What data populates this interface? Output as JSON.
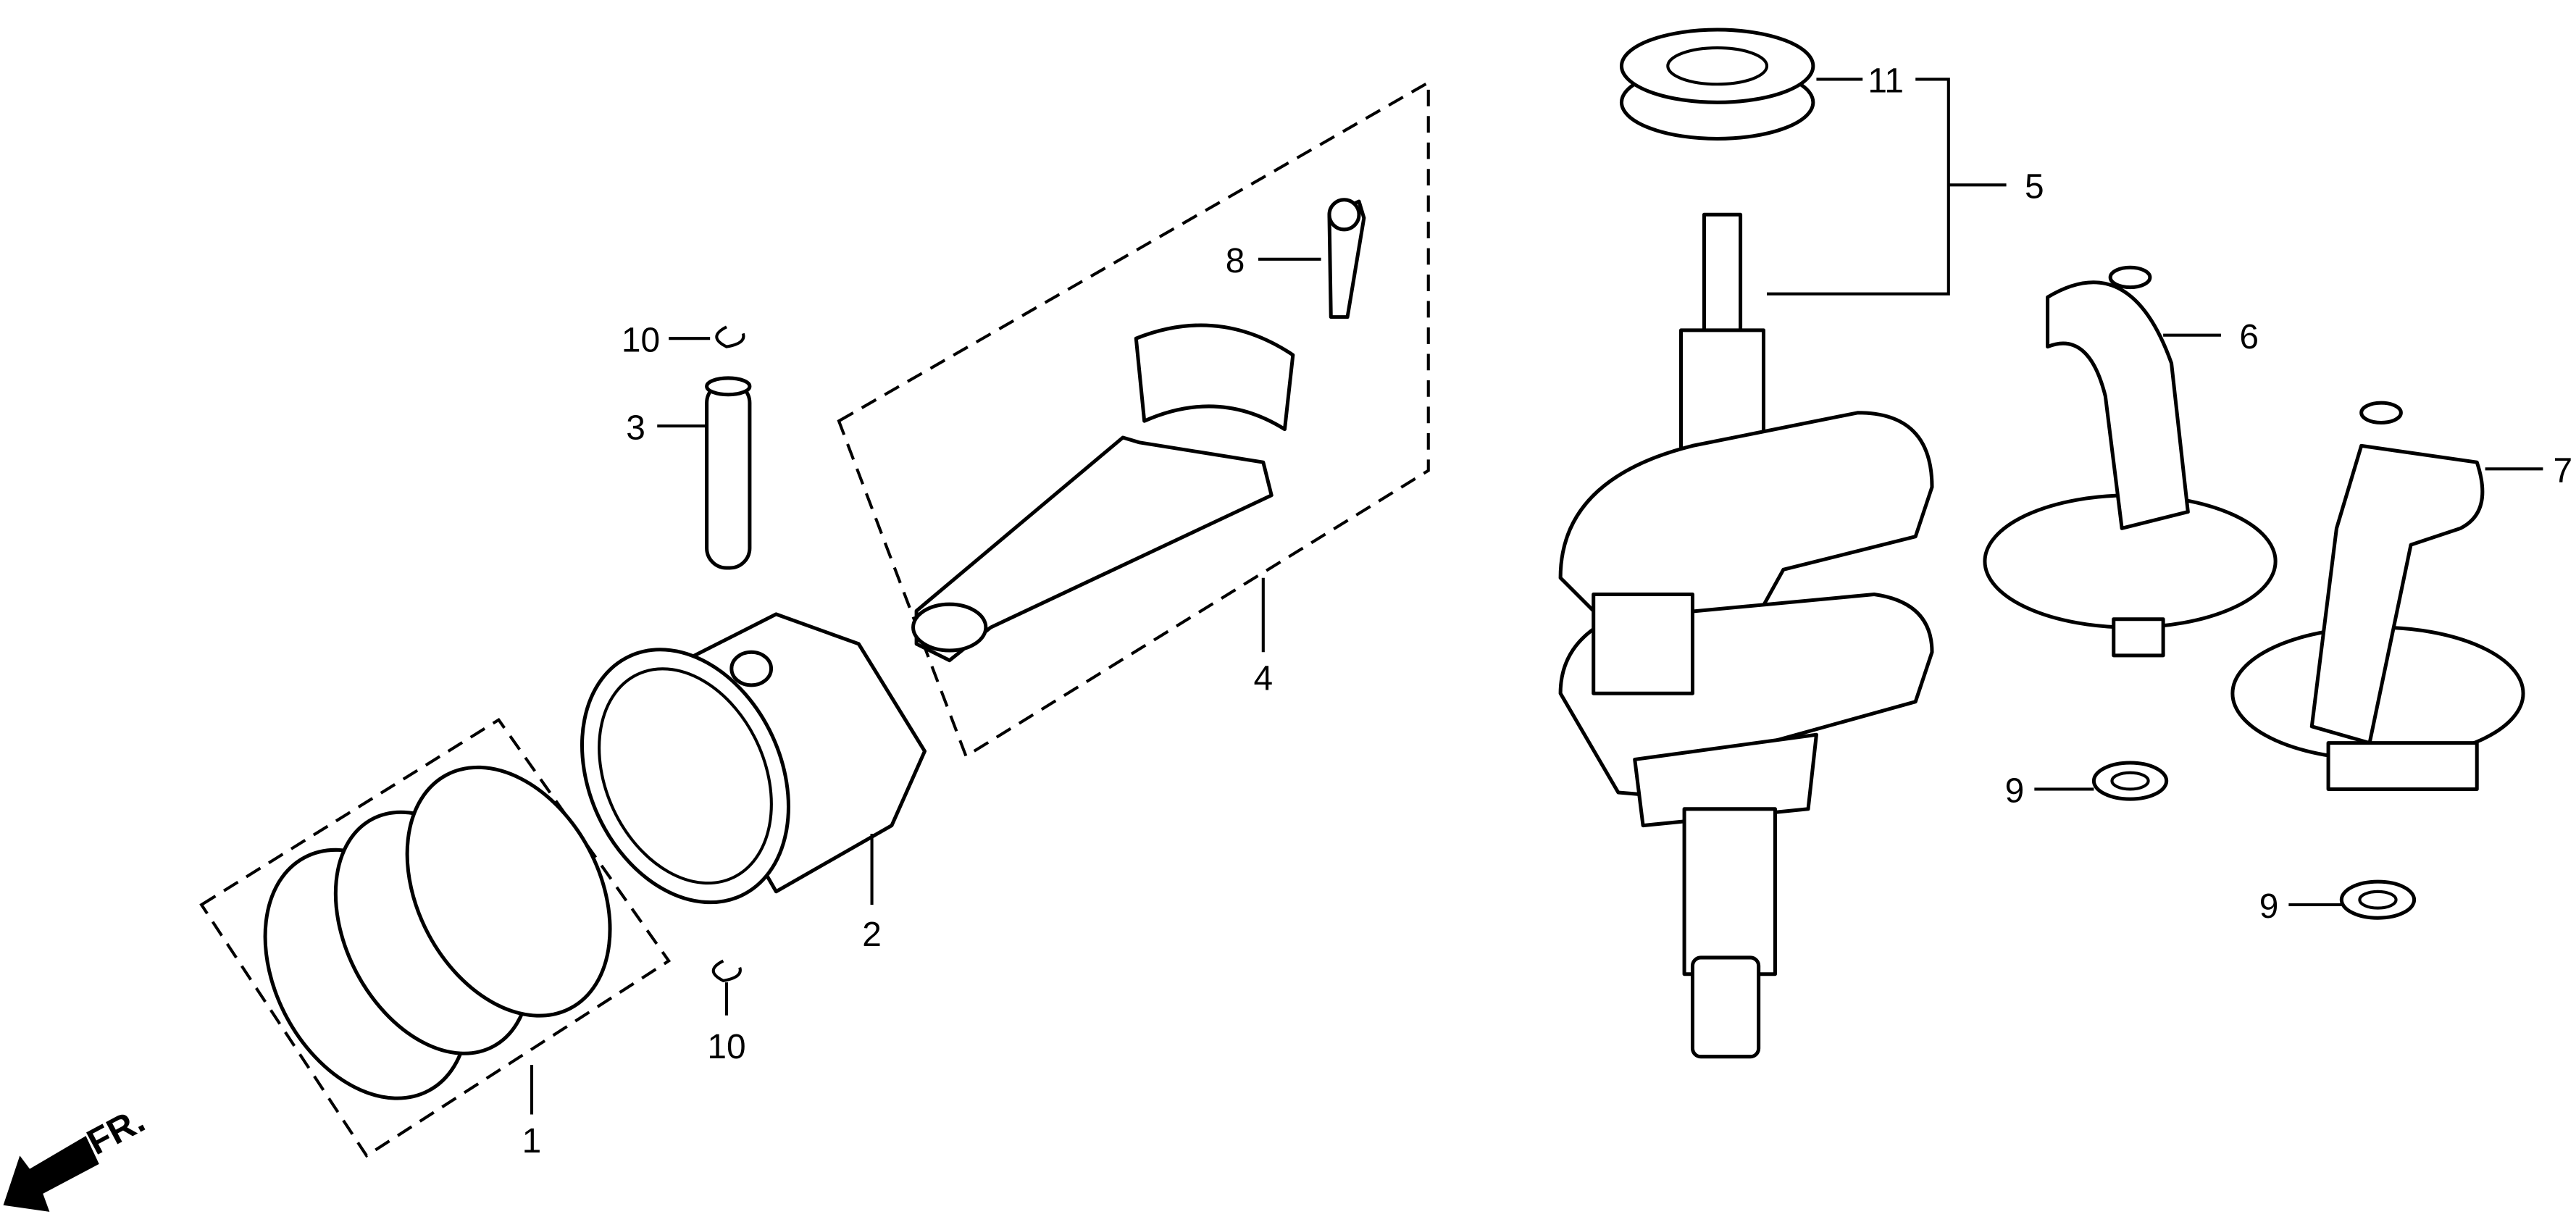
{
  "diagram": {
    "direction_label": "FR.",
    "callouts": [
      {
        "id": "c1",
        "label": "1"
      },
      {
        "id": "c2",
        "label": "2"
      },
      {
        "id": "c3",
        "label": "3"
      },
      {
        "id": "c4",
        "label": "4"
      },
      {
        "id": "c5",
        "label": "5"
      },
      {
        "id": "c6",
        "label": "6"
      },
      {
        "id": "c7",
        "label": "7"
      },
      {
        "id": "c8",
        "label": "8"
      },
      {
        "id": "c9a",
        "label": "9"
      },
      {
        "id": "c9b",
        "label": "9"
      },
      {
        "id": "c10a",
        "label": "10"
      },
      {
        "id": "c10b",
        "label": "10"
      },
      {
        "id": "c11",
        "label": "11"
      }
    ]
  }
}
